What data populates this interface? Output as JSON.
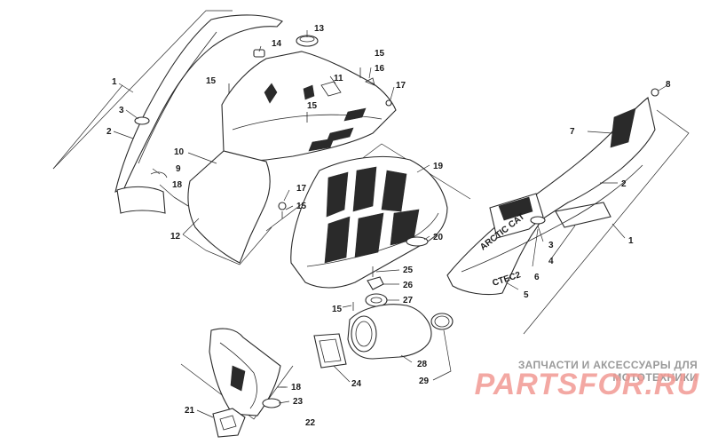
{
  "diagram": {
    "callouts": [
      {
        "id": "c1a",
        "text": "1"
      },
      {
        "id": "c2a",
        "text": "2"
      },
      {
        "id": "c3a",
        "text": "3"
      },
      {
        "id": "c9",
        "text": "9"
      },
      {
        "id": "c18a",
        "text": "18"
      },
      {
        "id": "c10",
        "text": "10"
      },
      {
        "id": "c12",
        "text": "12"
      },
      {
        "id": "c15a",
        "text": "15"
      },
      {
        "id": "c14",
        "text": "14"
      },
      {
        "id": "c13",
        "text": "13"
      },
      {
        "id": "c11",
        "text": "11"
      },
      {
        "id": "c15b",
        "text": "15"
      },
      {
        "id": "c15c",
        "text": "15"
      },
      {
        "id": "c16",
        "text": "16"
      },
      {
        "id": "c17a",
        "text": "17"
      },
      {
        "id": "c17b",
        "text": "17"
      },
      {
        "id": "c15d",
        "text": "15"
      },
      {
        "id": "c19",
        "text": "19"
      },
      {
        "id": "c20",
        "text": "20"
      },
      {
        "id": "c25",
        "text": "25"
      },
      {
        "id": "c26",
        "text": "26"
      },
      {
        "id": "c15e",
        "text": "15"
      },
      {
        "id": "c27",
        "text": "27"
      },
      {
        "id": "c24",
        "text": "24"
      },
      {
        "id": "c28",
        "text": "28"
      },
      {
        "id": "c29",
        "text": "29"
      },
      {
        "id": "c18b",
        "text": "18"
      },
      {
        "id": "c23",
        "text": "23"
      },
      {
        "id": "c21",
        "text": "21"
      },
      {
        "id": "c22",
        "text": "22"
      },
      {
        "id": "c8",
        "text": "8"
      },
      {
        "id": "c7",
        "text": "7"
      },
      {
        "id": "c2b",
        "text": "2"
      },
      {
        "id": "c3b",
        "text": "3"
      },
      {
        "id": "c4",
        "text": "4"
      },
      {
        "id": "c6",
        "text": "6"
      },
      {
        "id": "c5",
        "text": "5"
      },
      {
        "id": "c1b",
        "text": "1"
      }
    ],
    "decal_text": {
      "brand": "ARCTIC CAT",
      "model": "CTEC2"
    }
  },
  "watermark": {
    "caption": "ЗАПЧАСТИ И АКСЕССУАРЫ ДЛЯ МОТОТЕХНИКИ",
    "logo": "PARTSFOR.RU",
    "logo_color": "#f29a94",
    "caption_color": "#9a9a9a"
  }
}
